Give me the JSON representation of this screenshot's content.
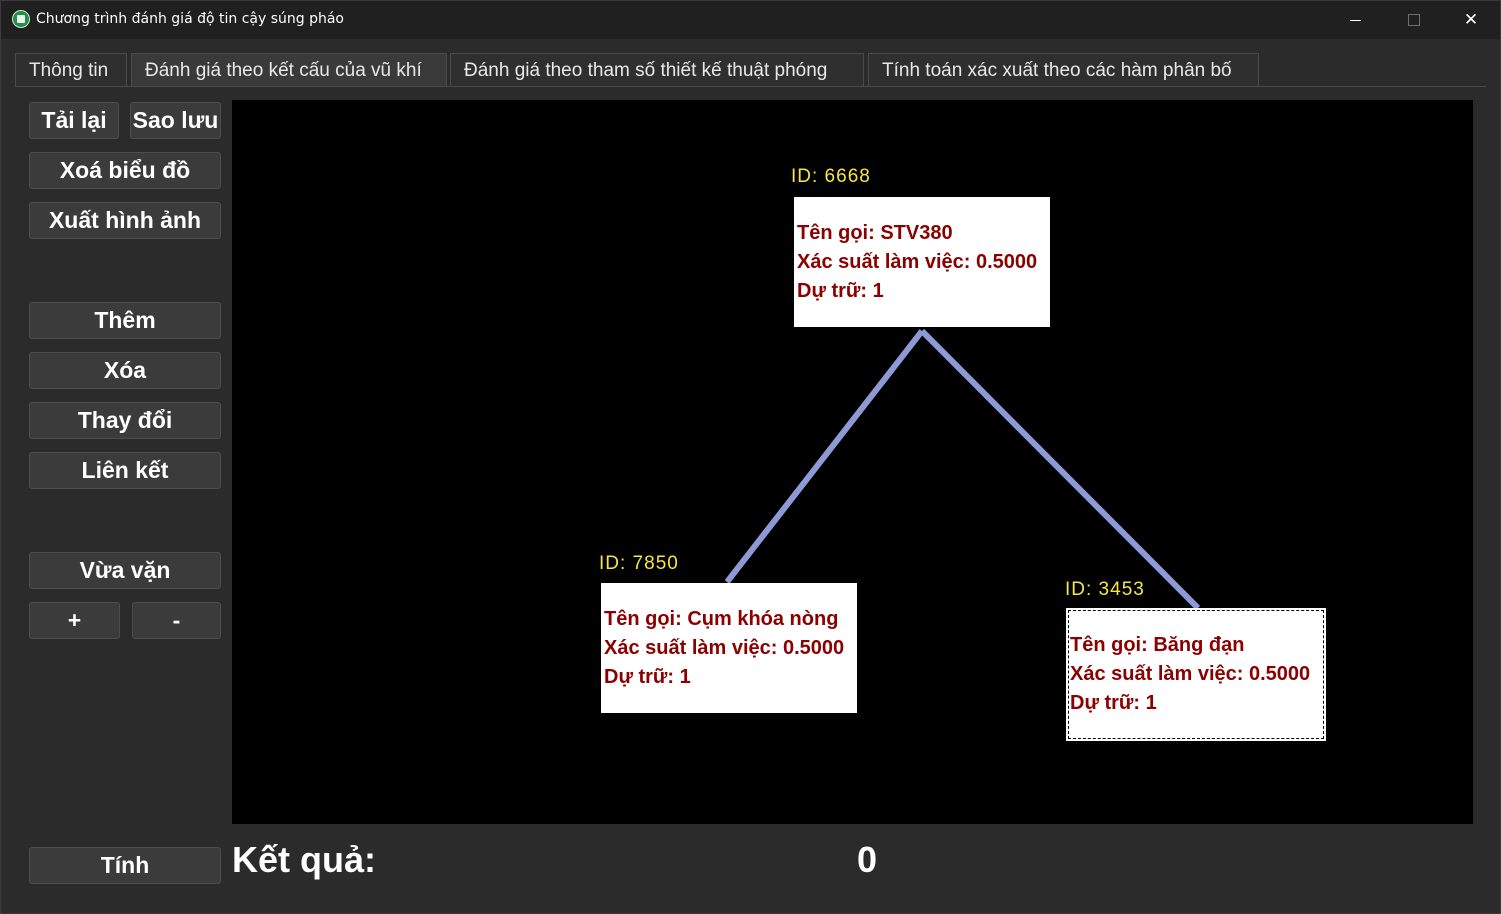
{
  "window": {
    "title": "Chương trình đánh giá độ tin cậy súng pháo",
    "minimize_glyph": "",
    "close_glyph": "✕"
  },
  "tabs": [
    {
      "label": "Thông tin",
      "active": false
    },
    {
      "label": "Đánh giá theo kết cấu của vũ khí",
      "active": true
    },
    {
      "label": "Đánh giá theo tham số thiết kế thuật phóng",
      "active": false
    },
    {
      "label": "Tính toán xác xuất theo các hàm phân bố",
      "active": false
    }
  ],
  "sidebar": {
    "reload": "Tải lại",
    "backup": "Sao lưu",
    "clear_chart": "Xoá biểu đồ",
    "export_image": "Xuất hình ảnh",
    "add": "Thêm",
    "delete": "Xóa",
    "edit": "Thay đổi",
    "link": "Liên kết",
    "fit": "Vừa vặn",
    "zoom_in": "+",
    "zoom_out": "-",
    "compute": "Tính"
  },
  "diagram": {
    "edge_color": "#8e9ad6",
    "id_color": "#f5e642",
    "text_color": "#8b0000",
    "nodes": [
      {
        "id_label": "ID: 6668",
        "name": "Tên gọi: STV380",
        "prob": "Xác suất làm việc: 0.5000",
        "reserve": "Dự trữ: 1",
        "selected": false
      },
      {
        "id_label": "ID: 7850",
        "name": "Tên gọi: Cụm khóa nòng",
        "prob": "Xác suất làm việc: 0.5000",
        "reserve": "Dự trữ: 1",
        "selected": false
      },
      {
        "id_label": "ID: 3453",
        "name": "Tên gọi: Băng đạn",
        "prob": "Xác suất làm việc: 0.5000",
        "reserve": "Dự trữ: 1",
        "selected": true
      }
    ],
    "edges": [
      {
        "from": "ID: 6668",
        "to": "ID: 7850"
      },
      {
        "from": "ID: 6668",
        "to": "ID: 3453"
      }
    ]
  },
  "result": {
    "label": "Kết quả:",
    "value": "0"
  }
}
